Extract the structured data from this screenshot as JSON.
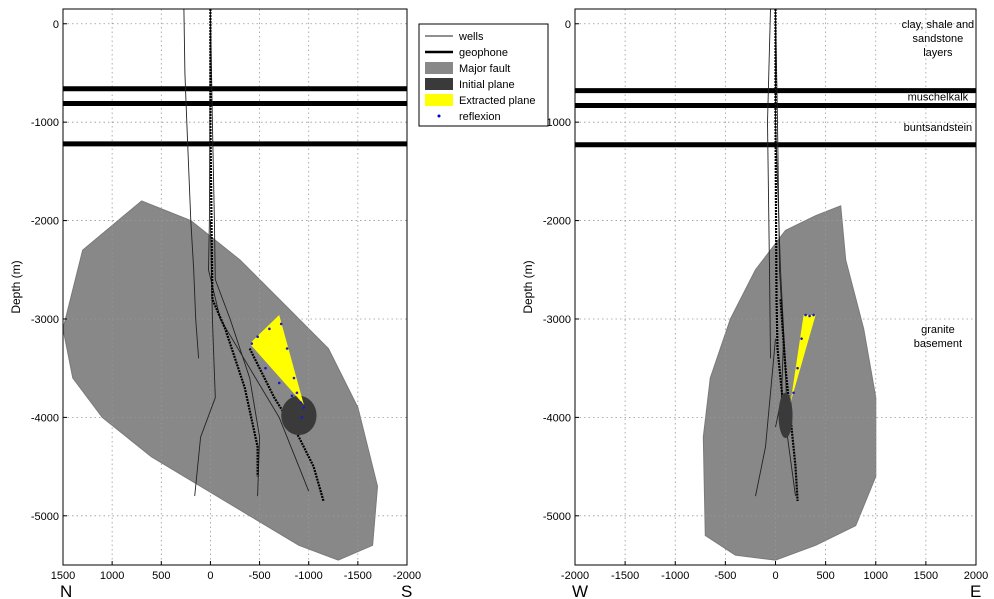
{
  "chart_data": [
    {
      "type": "line",
      "panel": "left",
      "ylabel": "Depth (m)",
      "xlim": [
        1500,
        -2000
      ],
      "ylim": [
        -5500,
        150
      ],
      "xticks": [
        1500,
        1000,
        500,
        0,
        -500,
        -1000,
        -1500,
        -2000
      ],
      "yticks": [
        0,
        -1000,
        -2000,
        -3000,
        -4000,
        -5000
      ],
      "xtick_labels": [
        "1500",
        "1000",
        "500",
        "0",
        "-500",
        "-1000",
        "-1500",
        "-2000"
      ],
      "ytick_labels": [
        "0",
        "-1000",
        "-2000",
        "-3000",
        "-4000",
        "-5000"
      ],
      "direction_left": "N",
      "direction_right": "S",
      "grid": true,
      "layer_depths": [
        -660,
        -810,
        -1220
      ],
      "major_fault": [
        [
          1500,
          -3100
        ],
        [
          1300,
          -2300
        ],
        [
          700,
          -1800
        ],
        [
          200,
          -2000
        ],
        [
          -300,
          -2400
        ],
        [
          -800,
          -2900
        ],
        [
          -1200,
          -3300
        ],
        [
          -1500,
          -3900
        ],
        [
          -1700,
          -4700
        ],
        [
          -1650,
          -5300
        ],
        [
          -1300,
          -5450
        ],
        [
          -900,
          -5300
        ],
        [
          -400,
          -5000
        ],
        [
          100,
          -4700
        ],
        [
          600,
          -4400
        ],
        [
          1100,
          -4000
        ],
        [
          1400,
          -3600
        ],
        [
          1500,
          -3100
        ]
      ],
      "initial_plane": {
        "center": [
          -900,
          -3980
        ],
        "radius_x": 180,
        "radius_y": 200
      },
      "extracted_plane": [
        [
          -950,
          -3870
        ],
        [
          -700,
          -2960
        ],
        [
          -400,
          -3250
        ],
        [
          -950,
          -3870
        ]
      ],
      "reflexion_points": [
        [
          -920,
          -3850
        ],
        [
          -850,
          -3600
        ],
        [
          -780,
          -3300
        ],
        [
          -720,
          -3050
        ],
        [
          -600,
          -3100
        ],
        [
          -480,
          -3180
        ],
        [
          -420,
          -3250
        ],
        [
          -560,
          -3500
        ],
        [
          -700,
          -3650
        ],
        [
          -830,
          -3780
        ],
        [
          -950,
          -3900
        ],
        [
          -930,
          -4000
        ],
        [
          -880,
          -3750
        ]
      ],
      "wells": [
        [
          [
            270,
            150
          ],
          [
            260,
            -500
          ],
          [
            240,
            -1000
          ],
          [
            220,
            -1500
          ],
          [
            200,
            -2000
          ],
          [
            170,
            -2500
          ],
          [
            150,
            -3000
          ],
          [
            120,
            -3400
          ]
        ],
        [
          [
            0,
            150
          ],
          [
            5,
            -1000
          ],
          [
            10,
            -2000
          ],
          [
            20,
            -2500
          ],
          [
            -100,
            -3000
          ],
          [
            -400,
            -3500
          ],
          [
            -700,
            -4000
          ],
          [
            -900,
            -4500
          ],
          [
            -1000,
            -4750
          ]
        ],
        [
          [
            0,
            150
          ],
          [
            -20,
            -1000
          ],
          [
            -40,
            -2000
          ],
          [
            -50,
            -2600
          ],
          [
            -200,
            -3000
          ],
          [
            -400,
            -3600
          ],
          [
            -500,
            -4200
          ],
          [
            -480,
            -4800
          ]
        ],
        [
          [
            0,
            -2000
          ],
          [
            -20,
            -3000
          ],
          [
            -50,
            -3800
          ],
          [
            100,
            -4200
          ],
          [
            160,
            -4800
          ]
        ]
      ],
      "geophones": [
        [
          [
            0,
            150
          ],
          [
            0,
            -1000
          ],
          [
            -20,
            -2800
          ],
          [
            -150,
            -3100
          ],
          [
            -350,
            -3700
          ],
          [
            -480,
            -4300
          ],
          [
            -480,
            -4600
          ]
        ],
        [
          [
            -400,
            -3300
          ],
          [
            -650,
            -3800
          ],
          [
            -900,
            -4200
          ],
          [
            -1050,
            -4500
          ],
          [
            -1150,
            -4850
          ]
        ]
      ]
    },
    {
      "type": "line",
      "panel": "right",
      "ylabel": "Depth (m)",
      "xlim": [
        -2000,
        2000
      ],
      "ylim": [
        -5500,
        150
      ],
      "xticks": [
        -2000,
        -1500,
        -1000,
        -500,
        0,
        500,
        1000,
        1500,
        2000
      ],
      "yticks": [
        0,
        -1000,
        -2000,
        -3000,
        -4000,
        -5000
      ],
      "xtick_labels": [
        "-2000",
        "-1500",
        "-1000",
        "-500",
        "0",
        "500",
        "1000",
        "1500",
        "2000"
      ],
      "ytick_labels": [
        "0",
        "-1000",
        "-2000",
        "-3000",
        "-4000",
        "-5000"
      ],
      "direction_left": "W",
      "direction_right": "E",
      "grid": true,
      "layer_depths": [
        -680,
        -830,
        -1230
      ],
      "major_fault": [
        [
          -700,
          -5200
        ],
        [
          -720,
          -4200
        ],
        [
          -650,
          -3600
        ],
        [
          -450,
          -3000
        ],
        [
          -200,
          -2500
        ],
        [
          100,
          -2100
        ],
        [
          400,
          -1950
        ],
        [
          650,
          -1850
        ],
        [
          700,
          -2400
        ],
        [
          880,
          -3100
        ],
        [
          1000,
          -3800
        ],
        [
          1000,
          -4600
        ],
        [
          800,
          -5100
        ],
        [
          400,
          -5300
        ],
        [
          0,
          -5450
        ],
        [
          -400,
          -5400
        ],
        [
          -700,
          -5200
        ]
      ],
      "initial_plane": {
        "center": [
          100,
          -3980
        ],
        "radius_x": 70,
        "radius_y": 230
      },
      "extracted_plane": [
        [
          150,
          -3850
        ],
        [
          280,
          -2960
        ],
        [
          400,
          -2960
        ],
        [
          150,
          -3850
        ]
      ],
      "reflexion_points": [
        [
          300,
          -2960
        ],
        [
          340,
          -2970
        ],
        [
          380,
          -2960
        ],
        [
          260,
          -3200
        ],
        [
          220,
          -3500
        ],
        [
          180,
          -3750
        ]
      ],
      "wells": [
        [
          [
            -50,
            150
          ],
          [
            -80,
            -1000
          ],
          [
            -60,
            -2500
          ],
          [
            -50,
            -3400
          ]
        ],
        [
          [
            0,
            150
          ],
          [
            0,
            -1000
          ],
          [
            50,
            -2500
          ],
          [
            100,
            -3500
          ],
          [
            120,
            -4200
          ],
          [
            200,
            -4800
          ]
        ],
        [
          [
            0,
            150
          ],
          [
            20,
            -1000
          ],
          [
            40,
            -2500
          ],
          [
            80,
            -3200
          ],
          [
            60,
            -3800
          ],
          [
            0,
            -4100
          ]
        ],
        [
          [
            0,
            -3200
          ],
          [
            -100,
            -4300
          ],
          [
            -200,
            -4800
          ]
        ]
      ],
      "geophones": [
        [
          [
            0,
            150
          ],
          [
            0,
            -1000
          ],
          [
            10,
            -2800
          ],
          [
            20,
            -3300
          ],
          [
            60,
            -3700
          ],
          [
            100,
            -4100
          ]
        ],
        [
          [
            50,
            -2800
          ],
          [
            100,
            -3500
          ],
          [
            150,
            -4000
          ],
          [
            200,
            -4500
          ],
          [
            220,
            -4850
          ]
        ]
      ],
      "annotations": [
        {
          "text": [
            "clay, shale and",
            "sandstone",
            "layers"
          ],
          "x": 1620,
          "y": 0
        },
        {
          "text": [
            "muschelkalk"
          ],
          "x": 1620,
          "y": -740
        },
        {
          "text": [
            "buntsandstein"
          ],
          "x": 1620,
          "y": -1050
        },
        {
          "text": [
            "granite",
            "basement"
          ],
          "x": 1620,
          "y": -3100
        }
      ]
    }
  ],
  "legend": {
    "items": [
      {
        "label": "wells",
        "kind": "thin-line",
        "color": "#222222"
      },
      {
        "label": "geophone",
        "kind": "thick-line",
        "color": "#000000"
      },
      {
        "label": "Major fault",
        "kind": "patch",
        "color": "#888888"
      },
      {
        "label": "Initial plane",
        "kind": "patch",
        "color": "#3a3a3a"
      },
      {
        "label": "Extracted plane",
        "kind": "patch",
        "color": "#ffff00"
      },
      {
        "label": "reflexion",
        "kind": "dot",
        "color": "#0000cc"
      }
    ]
  },
  "colors": {
    "fault": "#888888",
    "initial_plane": "#3a3a3a",
    "extracted_plane": "#ffff00",
    "reflexion": "#1a1acc",
    "layer": "#000000",
    "grid": "#999999"
  }
}
